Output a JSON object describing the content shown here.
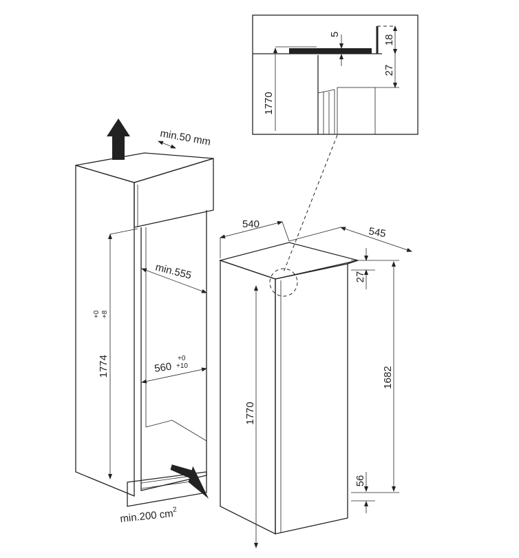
{
  "inset": {
    "height": "1770",
    "gap": "5",
    "top": "18",
    "offset": "27"
  },
  "niche": {
    "ventilation_top": "min.50 mm",
    "height": "1774",
    "height_tol_upper": "+0",
    "height_tol_lower": "+8",
    "depth": "min.555",
    "width": "560",
    "width_tol_upper": "+0",
    "width_tol_lower": "+10",
    "ventilation_bottom": "min.200 cm",
    "ventilation_bottom_sup": "2"
  },
  "appliance": {
    "width": "540",
    "depth": "545",
    "height": "1770",
    "door_height": "1682",
    "top_gap": "27",
    "bottom_gap": "56"
  },
  "colors": {
    "line": "#222222",
    "background": "#ffffff"
  }
}
